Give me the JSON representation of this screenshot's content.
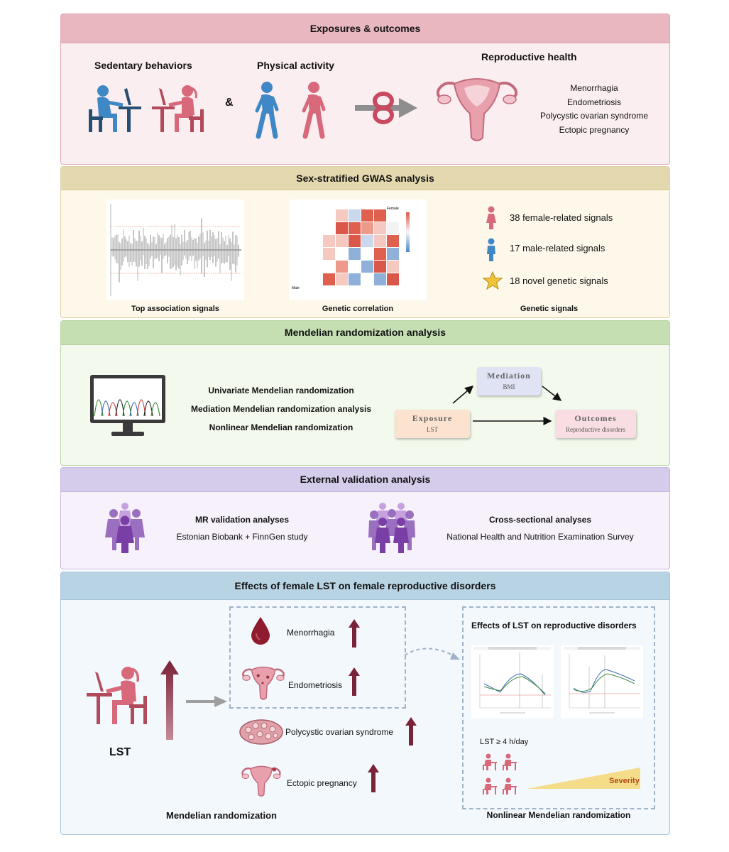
{
  "s1": {
    "header": "Exposures & outcomes",
    "sedentary": "Sedentary behaviors",
    "physical": "Physical activity",
    "amp": "&",
    "repro": "Reproductive health",
    "outcomes": [
      "Menorrhagia",
      "Endometriosis",
      "Polycystic ovarian syndrome",
      "Ectopic pregnancy"
    ]
  },
  "s2": {
    "header": "Sex-stratified GWAS analysis",
    "cap1": "Top association signals",
    "cap2": "Genetic correlation",
    "cap3": "Genetic signals",
    "female_label": "Female",
    "male_label": "Male",
    "signals": [
      "38 female-related signals",
      "17 male-related signals",
      "18 novel genetic signals"
    ]
  },
  "s3": {
    "header": "Mendelian randomization analysis",
    "methods": [
      "Univariate Mendelian randomization",
      "Mediation Mendelian randomization analysis",
      "Nonlinear Mendelian randomization"
    ],
    "mediation_title": "Mediation",
    "mediation_sub": "BMI",
    "exposure_title": "Exposure",
    "exposure_sub": "LST",
    "outcomes_title": "Outcomes",
    "outcomes_sub": "Reproductive disorders"
  },
  "s4": {
    "header": "External validation analysis",
    "mr_title": "MR validation analyses",
    "mr_sub": "Estonian Biobank + FinnGen study",
    "cs_title": "Cross-sectional analyses",
    "cs_sub": "National Health and Nutrition Examination Survey"
  },
  "s5": {
    "header": "Effects of female LST on female reproductive disorders",
    "lst": "LST",
    "disorders": [
      "Menorrhagia",
      "Endometriosis",
      "Polycystic ovarian syndrome",
      "Ectopic pregnancy"
    ],
    "mr_caption": "Mendelian randomization",
    "effects_title": "Effects of  LST on reproductive disorders",
    "threshold": "LST ≥ 4 h/day",
    "severity": "Severity",
    "nl_caption": "Nonlinear Mendelian randomization"
  },
  "colors": {
    "pink": "#d7697b",
    "blue": "#3f88c5",
    "maroon": "#7a2237",
    "purple": "#9a6fc0",
    "gold": "#f0c43a"
  }
}
